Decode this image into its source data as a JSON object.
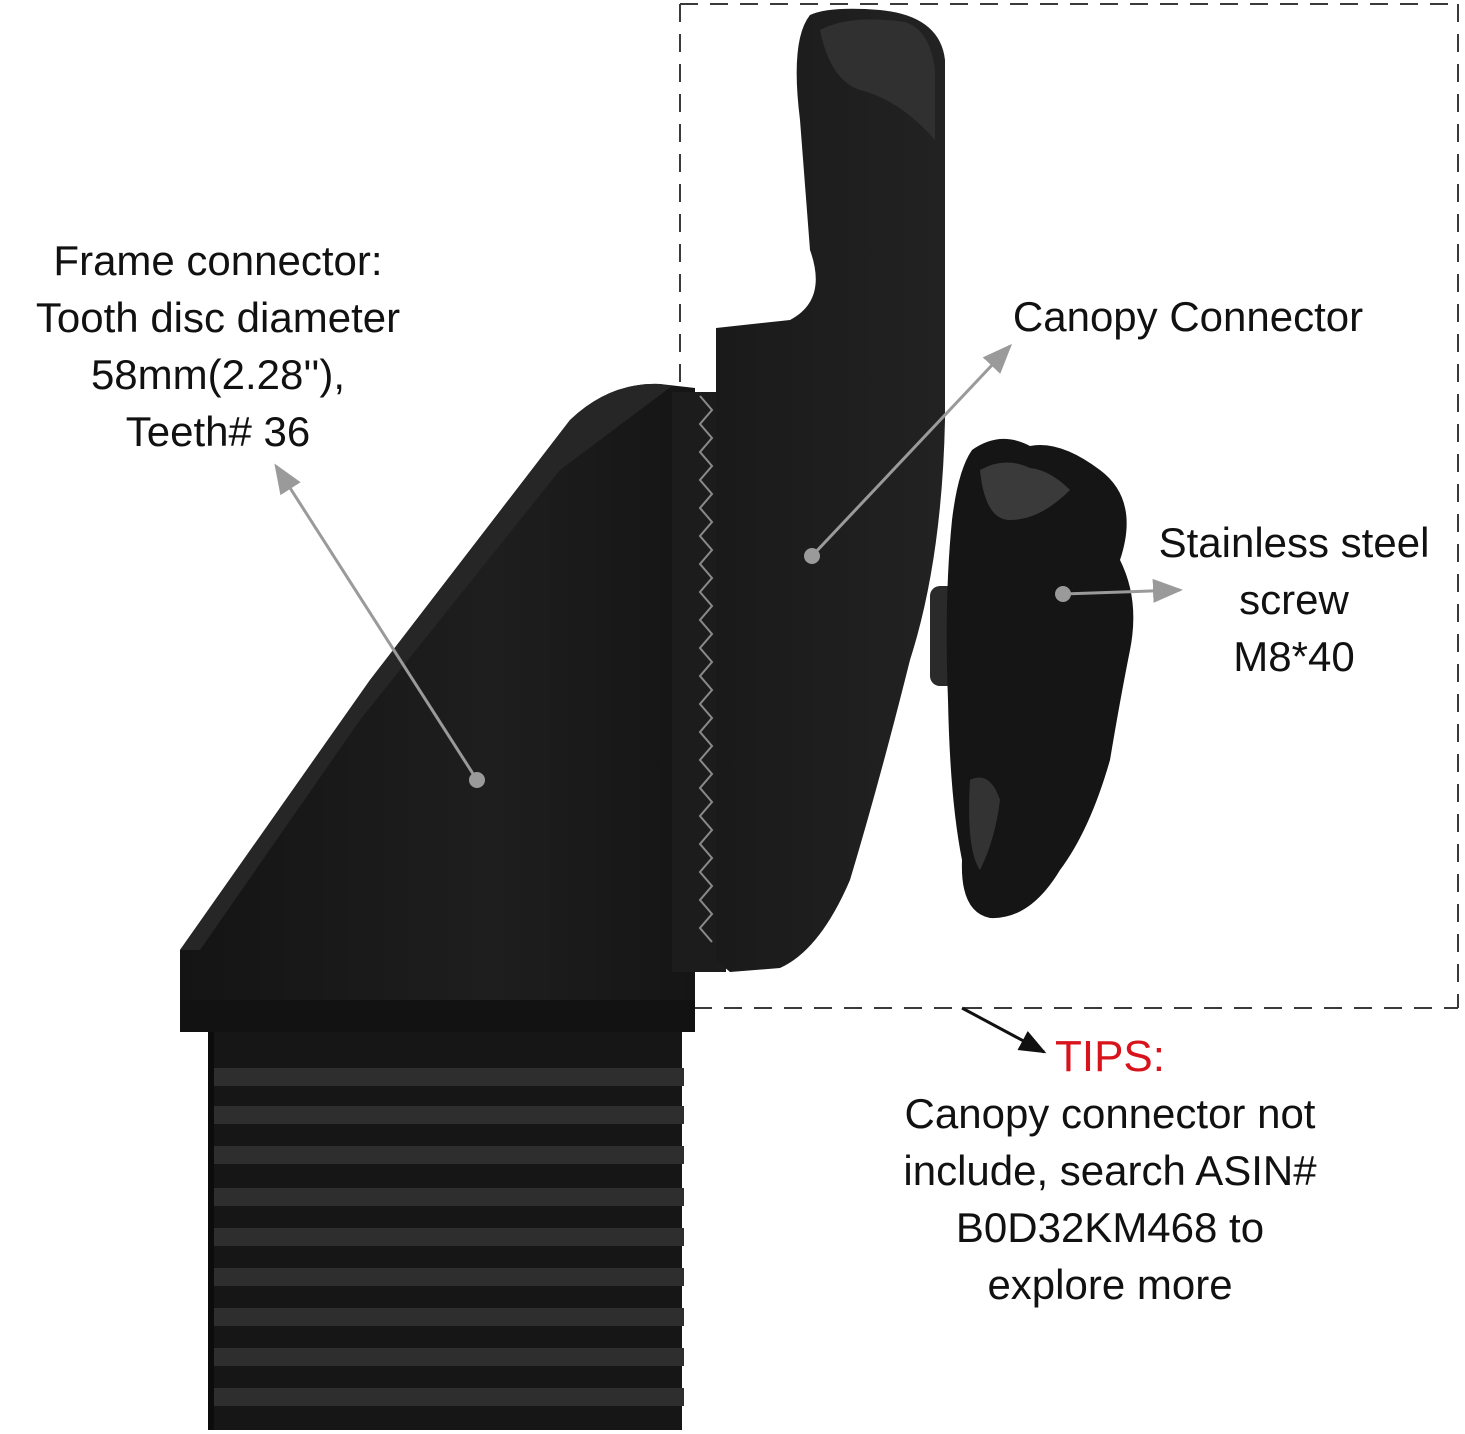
{
  "colors": {
    "product": "#1b1b1b",
    "product_highlight": "#3a3a3a",
    "leader_line": "#9a9a9a",
    "dashed_box": "#3a3a3a",
    "tips_title": "#d8131b",
    "label_text": "#111111"
  },
  "callouts": {
    "frame_connector": {
      "lines": [
        "Frame connector:",
        "Tooth disc diameter",
        "58mm(2.28''),",
        "Teeth# 36"
      ]
    },
    "canopy_connector": {
      "lines": [
        "Canopy Connector"
      ]
    },
    "screw": {
      "lines": [
        "Stainless steel",
        "screw",
        "M8*40"
      ]
    },
    "tips": {
      "title": "TIPS:",
      "lines": [
        "Canopy connector not",
        "include, search ASIN#",
        "B0D32KM468 to",
        "explore more"
      ]
    }
  }
}
